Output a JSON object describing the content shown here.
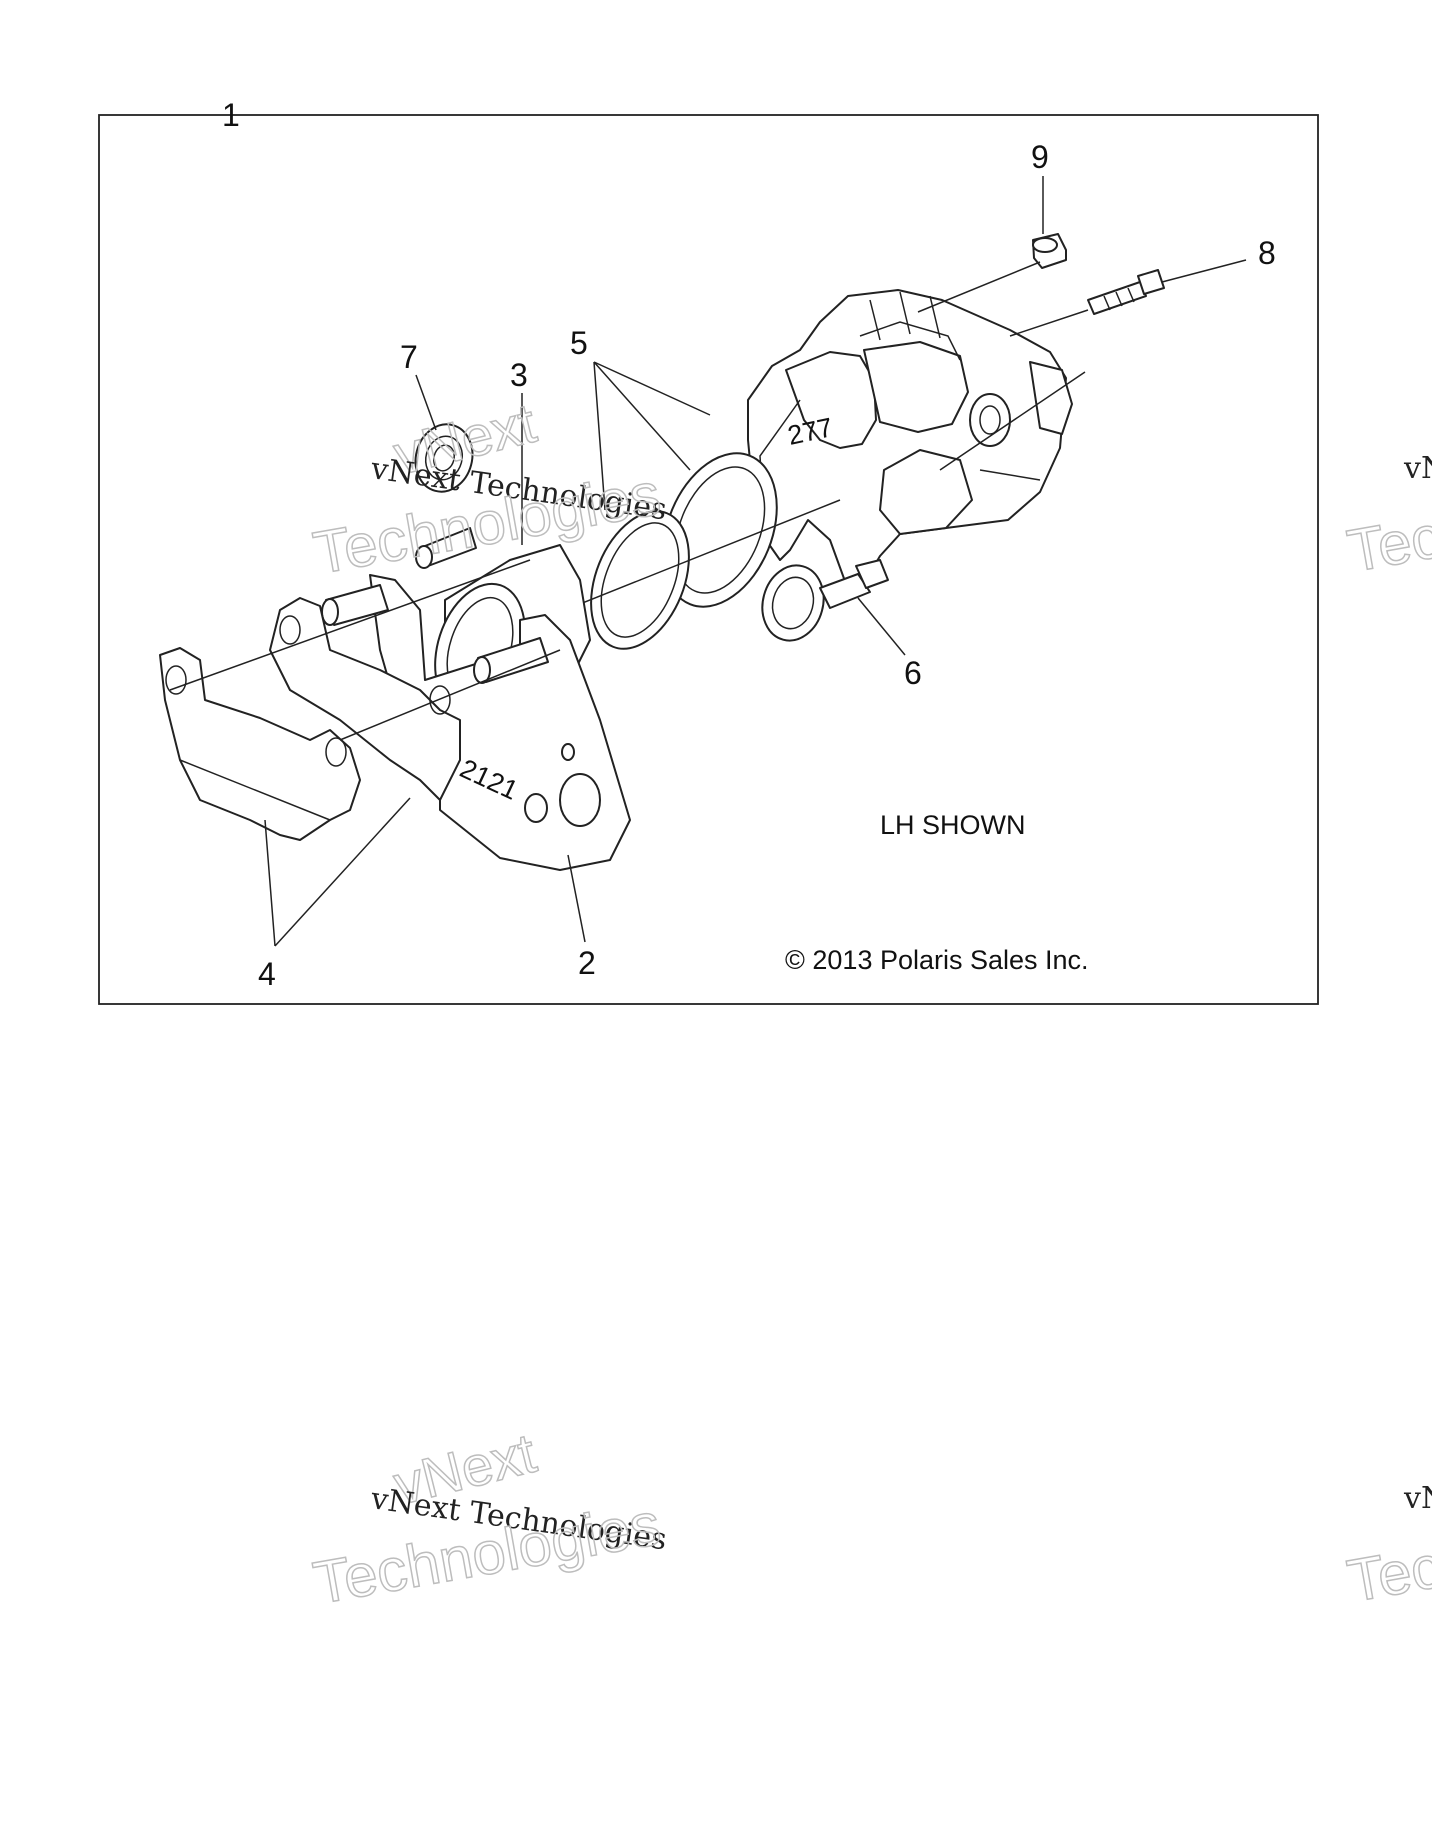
{
  "callouts": {
    "c1": "1",
    "c2": "2",
    "c3": "3",
    "c4": "4",
    "c5": "5",
    "c6": "6",
    "c7": "7",
    "c8": "8",
    "c9": "9"
  },
  "notes": {
    "lh_shown": "LH SHOWN",
    "copyright": "© 2013 Polaris Sales Inc.",
    "caliper_mark": "277",
    "bracket_mark": "2121"
  },
  "watermark": {
    "line_serif": "vNext Technologies",
    "word_vnext": "vNext",
    "word_tech": "Technologies",
    "clip_serif": "vN",
    "clip_tech": "Tec"
  }
}
